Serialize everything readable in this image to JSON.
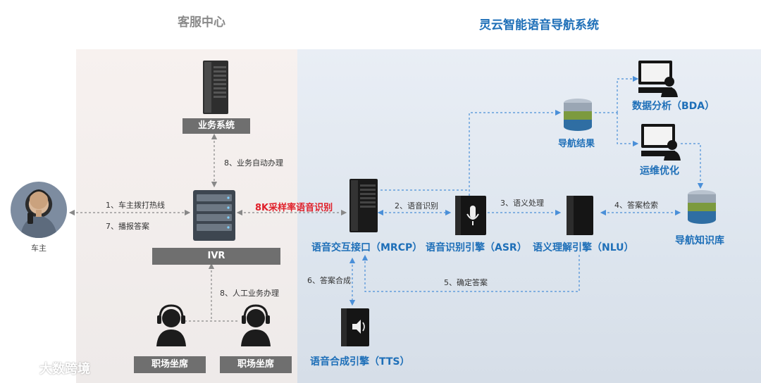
{
  "sections": {
    "left_title": "客服中心",
    "right_title": "灵云智能语音导航系统"
  },
  "nodes": {
    "caller": "车主",
    "business": "业务系统",
    "ivr": "IVR",
    "agent1": "职场坐席",
    "agent2": "职场坐席",
    "mrcp": "语音交互接口（MRCP）",
    "asr": "语音识别引擎（ASR）",
    "nlu": "语义理解引擎（NLU）",
    "tts": "语音合成引擎（TTS）",
    "nav_result": "导航结果",
    "bda": "数据分析（BDA）",
    "ops": "运维优化",
    "kb": "导航知识库"
  },
  "edges": {
    "call_in": "1、车主拨打热线",
    "broadcast": "7、播报答案",
    "business_auto": "8、业务自动办理",
    "manual": "8、人工业务办理",
    "sampling": "8K采样率语音识别",
    "asr_step": "2、语音识别",
    "nlu_step": "3、语义处理",
    "kb_step": "4、答案检索",
    "confirm": "5、确定答案",
    "tts_step": "6、答案合成"
  },
  "watermark": "大数跨境",
  "colors": {
    "blue": "#1e6fb8",
    "red": "#e0202a",
    "arrow_blue": "#4a8fd8",
    "arrow_gray": "#888888",
    "label_gray": "#6f6f6f"
  }
}
